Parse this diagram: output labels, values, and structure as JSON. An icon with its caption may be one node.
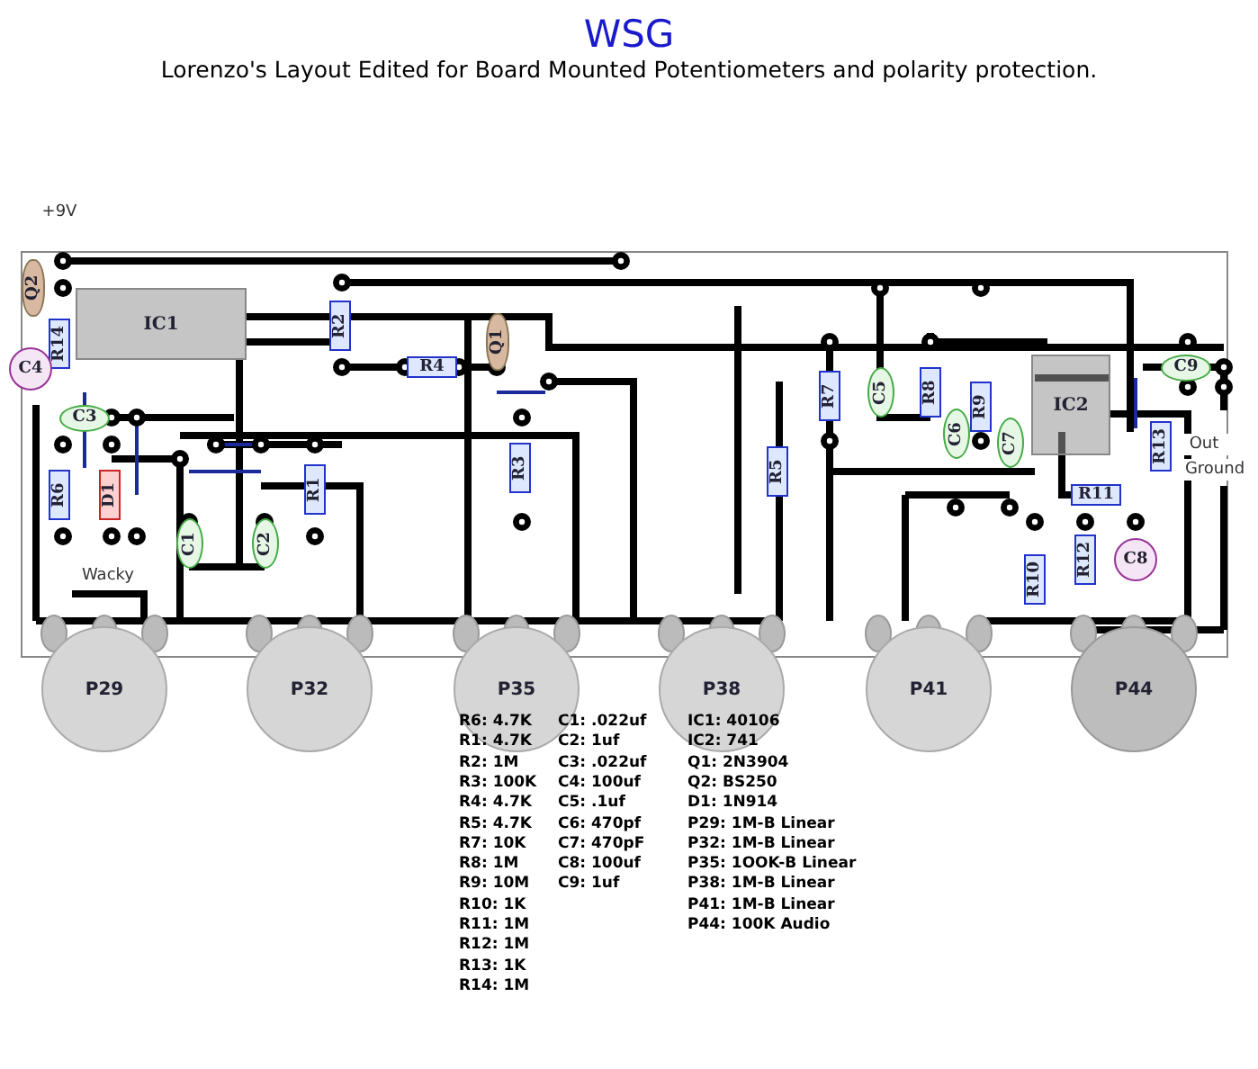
{
  "diagram": {
    "title": "WSG",
    "labels": [
      "Lorenzo's Layout Edited for Board Mounted Potentiometers and polarity protection.",
      "+9V",
      "Q2",
      "R14",
      "IC1",
      "C4",
      "C3",
      "R6",
      "D1",
      "C1",
      "C2",
      "R1",
      "R2",
      "R4",
      "Q1",
      "R3",
      "Wacky",
      "R5",
      "R7",
      "C5",
      "R8",
      "R9",
      "C6",
      "C7",
      "IC2",
      "C9",
      "R13",
      "Out",
      "Ground",
      "R11",
      "R10",
      "R12",
      "C8",
      "P29",
      "P32",
      "P35",
      "P38",
      "P41",
      "P44",
      "R6: 4.7K",
      "R1: 4.7K",
      "R2: 1M",
      "R3: 100K",
      "R4: 4.7K",
      "R5: 4.7K",
      "R7: 10K",
      "R8: 1M",
      "R9: 10M",
      "R10: 1K",
      "R11: 1M",
      "R12: 1M",
      "R13: 1K",
      "R14: 1M",
      "C1: .022uf",
      "C2: 1uf",
      "C3: .022uf",
      "C4: 100uf",
      "C5: .1uf",
      "C6: 470pf",
      "C7: 470pF",
      "C8: 100uf",
      "C9: 1uf",
      "IC1: 40106",
      "IC2: 741",
      "Q1: 2N3904",
      "Q2: BS250",
      "D1: 1N914",
      "P29: 1M-B Linear",
      "P32: 1M-B Linear",
      "P35: 1OOK-B Linear",
      "P38: 1M-B Linear",
      "P41: 1M-B Linear",
      "P44: 100K Audio"
    ]
  }
}
